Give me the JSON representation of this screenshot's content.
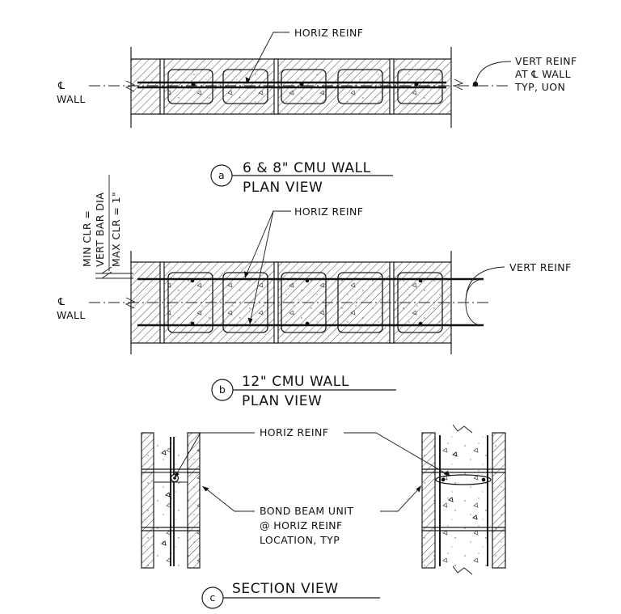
{
  "labels": {
    "horiz_reinf_a": "HORIZ REINF",
    "vert_reinf_a": [
      "VERT REINF",
      "AT ℄ WALL",
      "TYP, UON"
    ],
    "cl_wall_a": [
      "℄",
      "WALL"
    ],
    "detail_a": {
      "letter": "a",
      "title": "6 & 8\" CMU WALL",
      "subtitle": "PLAN VIEW"
    },
    "clearance_note": [
      "MIN CLR =",
      "VERT BAR DIA",
      "MAX CLR = 1\""
    ],
    "horiz_reinf_b": "HORIZ REINF",
    "vert_reinf_b": "VERT REINF",
    "cl_wall_b": [
      "℄",
      "WALL"
    ],
    "detail_b": {
      "letter": "b",
      "title": "12\" CMU WALL",
      "subtitle": "PLAN VIEW"
    },
    "horiz_reinf_c": "HORIZ REINF",
    "bond_beam": [
      "BOND BEAM UNIT",
      "@ HORIZ REINF",
      "LOCATION, TYP"
    ],
    "detail_c": {
      "letter": "c",
      "title": "SECTION VIEW"
    }
  },
  "colors": {
    "ink": "#111111",
    "hatch": "#333333",
    "background": "#ffffff"
  }
}
